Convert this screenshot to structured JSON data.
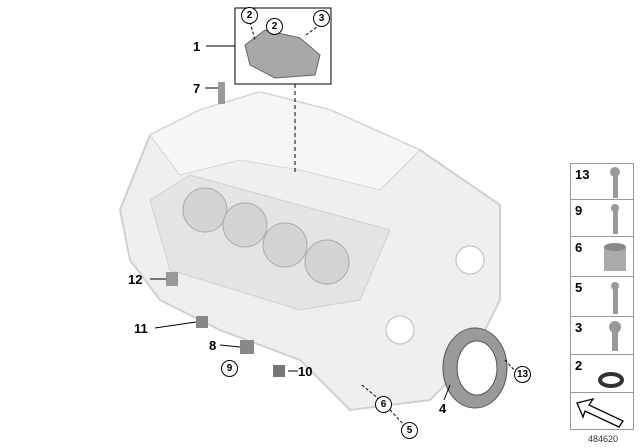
{
  "diagram_id": "484620",
  "callouts": {
    "c1": "1",
    "c2a": "2",
    "c2b": "2",
    "c3": "3",
    "c7": "7",
    "c12": "12",
    "c11": "11",
    "c8": "8",
    "c9": "9",
    "c10": "10",
    "c6": "6",
    "c5": "5",
    "c4": "4",
    "c13": "13"
  },
  "legend": [
    {
      "number": "13",
      "icon": "bolt-flange-icon"
    },
    {
      "number": "9",
      "icon": "bolt-icon"
    },
    {
      "number": "6",
      "icon": "dowel-sleeve-icon"
    },
    {
      "number": "5",
      "icon": "bolt-icon"
    },
    {
      "number": "3",
      "icon": "bolt-flange-icon"
    },
    {
      "number": "2",
      "icon": "o-ring-icon"
    },
    {
      "number": "",
      "icon": "arrow-icon"
    }
  ],
  "colors": {
    "part": "#c8c8c8",
    "block": "#ececec",
    "line": "#000000"
  }
}
